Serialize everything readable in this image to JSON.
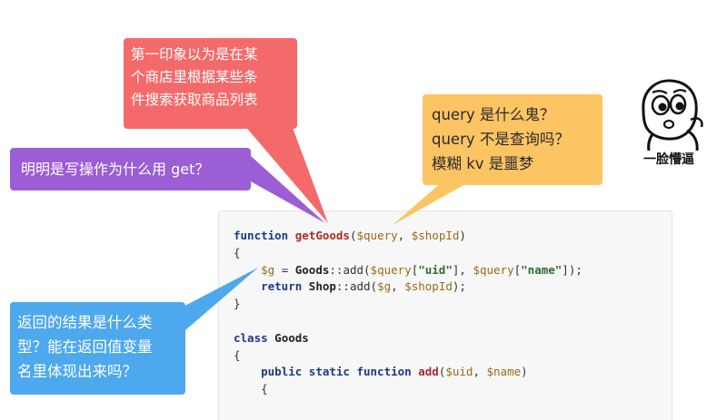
{
  "colors": {
    "red_bubble": "#f46a6a",
    "purple_bubble": "#9b5ed5",
    "yellow_bubble": "#fcc463",
    "blue_bubble": "#4da8ee",
    "code_background": "#f7f7f8"
  },
  "bubbles": {
    "red": {
      "lines": [
        "第一印象以为是在某",
        "个商店里根据某些条",
        "件搜索获取商品列表"
      ]
    },
    "purple": {
      "text": "明明是写操作为什么用 get？"
    },
    "yellow": {
      "lines": [
        "query 是什么鬼？",
        "query 不是查询吗？",
        "模糊 kv 是噩梦"
      ]
    },
    "blue": {
      "lines": [
        "返回的结果是什么类",
        "型？能在返回值变量",
        "名里体现出来吗？"
      ]
    }
  },
  "meme": {
    "icon": "confused-face-icon",
    "caption": "一脸懵逼"
  },
  "code": {
    "language": "php",
    "lines": [
      [
        {
          "t": "kw",
          "v": "function"
        },
        {
          "t": "p",
          "v": " "
        },
        {
          "t": "fn",
          "v": "getGoods"
        },
        {
          "t": "p",
          "v": "("
        },
        {
          "t": "var",
          "v": "$query"
        },
        {
          "t": "p",
          "v": ", "
        },
        {
          "t": "var",
          "v": "$shopId"
        },
        {
          "t": "p",
          "v": ")"
        }
      ],
      [
        {
          "t": "p",
          "v": "{"
        }
      ],
      [
        {
          "t": "p",
          "v": "    "
        },
        {
          "t": "var",
          "v": "$g"
        },
        {
          "t": "p",
          "v": " = "
        },
        {
          "t": "cls",
          "v": "Goods"
        },
        {
          "t": "p",
          "v": "::add("
        },
        {
          "t": "var",
          "v": "$query"
        },
        {
          "t": "p",
          "v": "["
        },
        {
          "t": "str",
          "v": "\"uid\""
        },
        {
          "t": "p",
          "v": "], "
        },
        {
          "t": "var",
          "v": "$query"
        },
        {
          "t": "p",
          "v": "["
        },
        {
          "t": "str",
          "v": "\"name\""
        },
        {
          "t": "p",
          "v": "]);"
        }
      ],
      [
        {
          "t": "p",
          "v": "    "
        },
        {
          "t": "kw",
          "v": "return"
        },
        {
          "t": "p",
          "v": " "
        },
        {
          "t": "cls",
          "v": "Shop"
        },
        {
          "t": "p",
          "v": "::add("
        },
        {
          "t": "var",
          "v": "$g"
        },
        {
          "t": "p",
          "v": ", "
        },
        {
          "t": "var",
          "v": "$shopId"
        },
        {
          "t": "p",
          "v": ");"
        }
      ],
      [
        {
          "t": "p",
          "v": "}"
        }
      ],
      [
        {
          "t": "p",
          "v": ""
        }
      ],
      [
        {
          "t": "kw",
          "v": "class"
        },
        {
          "t": "p",
          "v": " "
        },
        {
          "t": "cls",
          "v": "Goods"
        }
      ],
      [
        {
          "t": "p",
          "v": "{"
        }
      ],
      [
        {
          "t": "p",
          "v": "    "
        },
        {
          "t": "kw",
          "v": "public static function"
        },
        {
          "t": "p",
          "v": " "
        },
        {
          "t": "fn",
          "v": "add"
        },
        {
          "t": "p",
          "v": "("
        },
        {
          "t": "var",
          "v": "$uid"
        },
        {
          "t": "p",
          "v": ", "
        },
        {
          "t": "var",
          "v": "$name"
        },
        {
          "t": "p",
          "v": ")"
        }
      ],
      [
        {
          "t": "p",
          "v": "    {"
        }
      ]
    ]
  }
}
